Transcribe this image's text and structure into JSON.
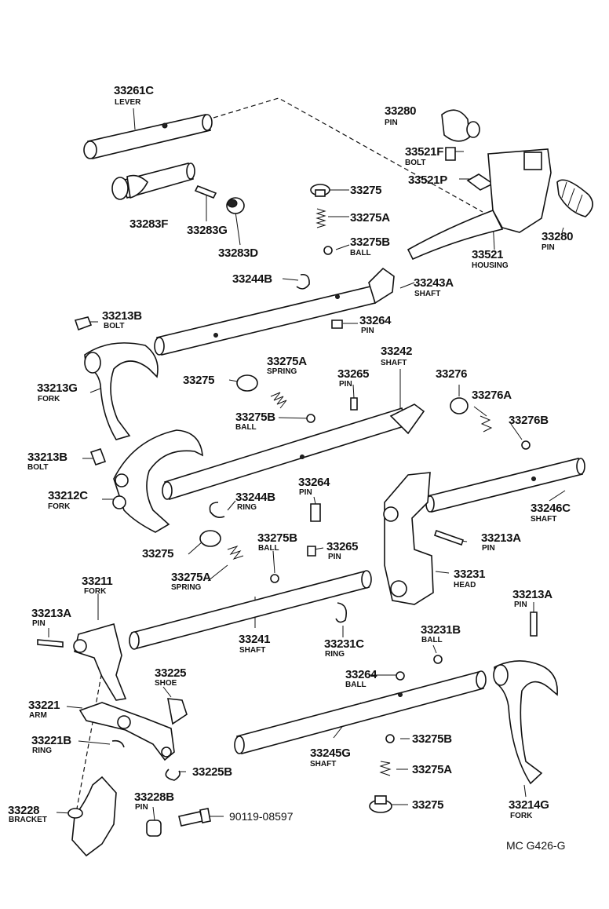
{
  "diagram": {
    "ref_code": "MC G426-G",
    "callouts": [
      {
        "id": "c1",
        "part_no": "33261C",
        "name": "LEVER"
      },
      {
        "id": "c2",
        "part_no": "33283F",
        "name": ""
      },
      {
        "id": "c3",
        "part_no": "33283G",
        "name": ""
      },
      {
        "id": "c4",
        "part_no": "33283D",
        "name": ""
      },
      {
        "id": "c5",
        "part_no": "33275",
        "name": ""
      },
      {
        "id": "c6",
        "part_no": "33275A",
        "name": ""
      },
      {
        "id": "c7",
        "part_no": "33275B",
        "name": "BALL"
      },
      {
        "id": "c8",
        "part_no": "33280",
        "name": "PIN"
      },
      {
        "id": "c9",
        "part_no": "33521F",
        "name": "BOLT"
      },
      {
        "id": "c10",
        "part_no": "33521P",
        "name": ""
      },
      {
        "id": "c11",
        "part_no": "33521",
        "name": "HOUSING"
      },
      {
        "id": "c12",
        "part_no": "33280",
        "name": "PIN"
      },
      {
        "id": "c13",
        "part_no": "33244B",
        "name": ""
      },
      {
        "id": "c14",
        "part_no": "33243A",
        "name": "SHAFT"
      },
      {
        "id": "c15",
        "part_no": "33213B",
        "name": "BOLT"
      },
      {
        "id": "c16",
        "part_no": "33264",
        "name": "PIN"
      },
      {
        "id": "c17",
        "part_no": "33213G",
        "name": "FORK"
      },
      {
        "id": "c18",
        "part_no": "33275",
        "name": ""
      },
      {
        "id": "c19",
        "part_no": "33275A",
        "name": "SPRING"
      },
      {
        "id": "c20",
        "part_no": "33265",
        "name": "PIN"
      },
      {
        "id": "c21",
        "part_no": "33242",
        "name": "SHAFT"
      },
      {
        "id": "c22",
        "part_no": "33276",
        "name": ""
      },
      {
        "id": "c23",
        "part_no": "33276A",
        "name": ""
      },
      {
        "id": "c24",
        "part_no": "33276B",
        "name": ""
      },
      {
        "id": "c25",
        "part_no": "33275B",
        "name": "BALL"
      },
      {
        "id": "c26",
        "part_no": "33213B",
        "name": "BOLT"
      },
      {
        "id": "c27",
        "part_no": "33212C",
        "name": "FORK"
      },
      {
        "id": "c28",
        "part_no": "33264",
        "name": "PIN"
      },
      {
        "id": "c29",
        "part_no": "33244B",
        "name": "RING"
      },
      {
        "id": "c30",
        "part_no": "33246C",
        "name": "SHAFT"
      },
      {
        "id": "c31",
        "part_no": "33213A",
        "name": "PIN"
      },
      {
        "id": "c32",
        "part_no": "33275",
        "name": ""
      },
      {
        "id": "c33",
        "part_no": "33275B",
        "name": "BALL"
      },
      {
        "id": "c34",
        "part_no": "33265",
        "name": "PIN"
      },
      {
        "id": "c35",
        "part_no": "33275A",
        "name": "SPRING"
      },
      {
        "id": "c36",
        "part_no": "33231",
        "name": "HEAD"
      },
      {
        "id": "c37",
        "part_no": "33211",
        "name": "FORK"
      },
      {
        "id": "c38",
        "part_no": "33213A",
        "name": "PIN"
      },
      {
        "id": "c39",
        "part_no": "33241",
        "name": "SHAFT"
      },
      {
        "id": "c40",
        "part_no": "33231C",
        "name": "RING"
      },
      {
        "id": "c41",
        "part_no": "33231B",
        "name": "BALL"
      },
      {
        "id": "c42",
        "part_no": "33213A",
        "name": "PIN"
      },
      {
        "id": "c43",
        "part_no": "33225",
        "name": "SHOE"
      },
      {
        "id": "c44",
        "part_no": "33264",
        "name": "BALL"
      },
      {
        "id": "c45",
        "part_no": "33221",
        "name": "ARM"
      },
      {
        "id": "c46",
        "part_no": "33221B",
        "name": "RING"
      },
      {
        "id": "c47",
        "part_no": "33245G",
        "name": "SHAFT"
      },
      {
        "id": "c48",
        "part_no": "33275B",
        "name": ""
      },
      {
        "id": "c49",
        "part_no": "33225B",
        "name": ""
      },
      {
        "id": "c50",
        "part_no": "33275A",
        "name": ""
      },
      {
        "id": "c51",
        "part_no": "33228",
        "name": "BRACKET"
      },
      {
        "id": "c52",
        "part_no": "33228B",
        "name": "PIN"
      },
      {
        "id": "c53",
        "part_no": "90119-08597",
        "name": ""
      },
      {
        "id": "c54",
        "part_no": "33275",
        "name": ""
      },
      {
        "id": "c55",
        "part_no": "33214G",
        "name": "FORK"
      }
    ]
  }
}
